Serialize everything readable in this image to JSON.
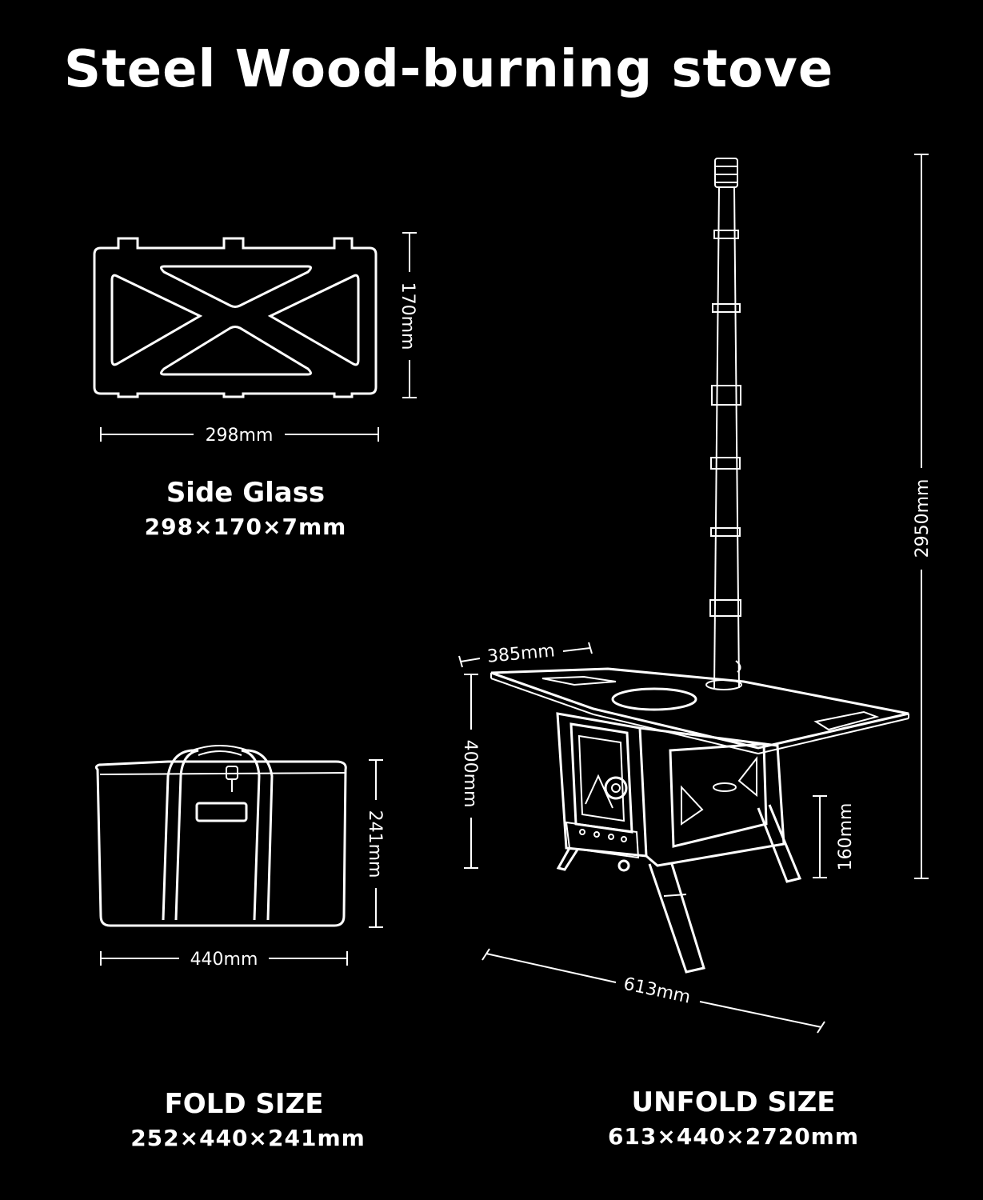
{
  "title": "Steel Wood-burning stove",
  "side_glass": {
    "name": "Side Glass",
    "size": "298×170×7mm",
    "width_label": "298mm",
    "height_label": "170mm"
  },
  "fold": {
    "name": "FOLD SIZE",
    "size": "252×440×241mm",
    "width_label": "440mm",
    "height_label": "241mm"
  },
  "unfold": {
    "name": "UNFOLD SIZE",
    "size": "613×440×2720mm",
    "total_height_label": "2950mm",
    "depth_label": "385mm",
    "body_height_label": "400mm",
    "leg_height_label": "160mm",
    "length_label": "613mm"
  },
  "colors": {
    "background": "#000000",
    "line": "#ffffff"
  }
}
